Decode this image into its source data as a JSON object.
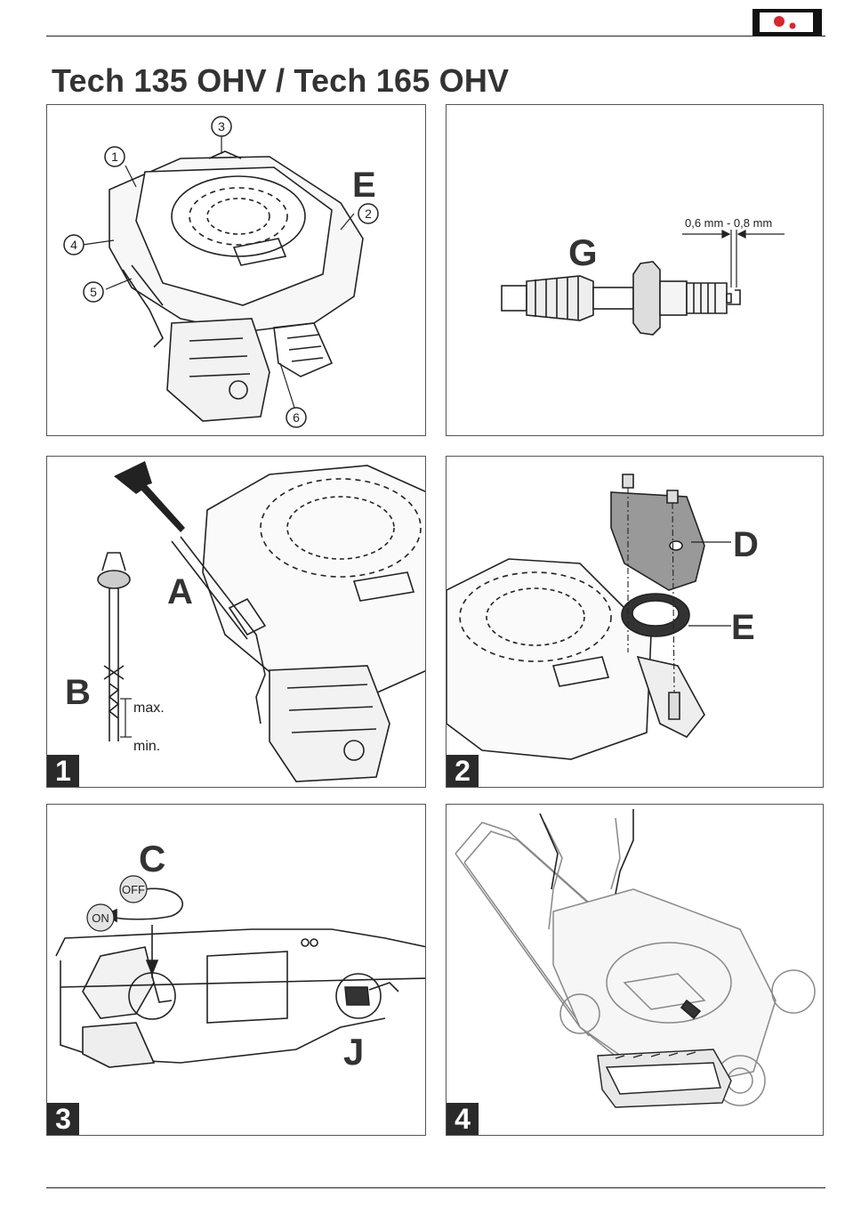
{
  "header": {
    "title": "Tech 135 OHV / Tech 165 OHV"
  },
  "panel_engine": {
    "callouts": [
      "1",
      "2",
      "3",
      "4",
      "5",
      "6"
    ],
    "letter": "E"
  },
  "panel_spark": {
    "letter": "G",
    "gap_label": "0,6 mm - 0,8 mm"
  },
  "panel_1": {
    "number": "1",
    "letter_a": "A",
    "letter_b": "B",
    "max_label": "max.",
    "min_label": "min."
  },
  "panel_2": {
    "number": "2",
    "letter_d": "D",
    "letter_e": "E"
  },
  "panel_3": {
    "number": "3",
    "letter_c": "C",
    "letter_j": "J",
    "off_label": "OFF",
    "on_label": "ON"
  },
  "panel_4": {
    "number": "4"
  },
  "colors": {
    "brand_red": "#d9262e",
    "line_dark": "#222222",
    "panel_border": "#555555"
  }
}
